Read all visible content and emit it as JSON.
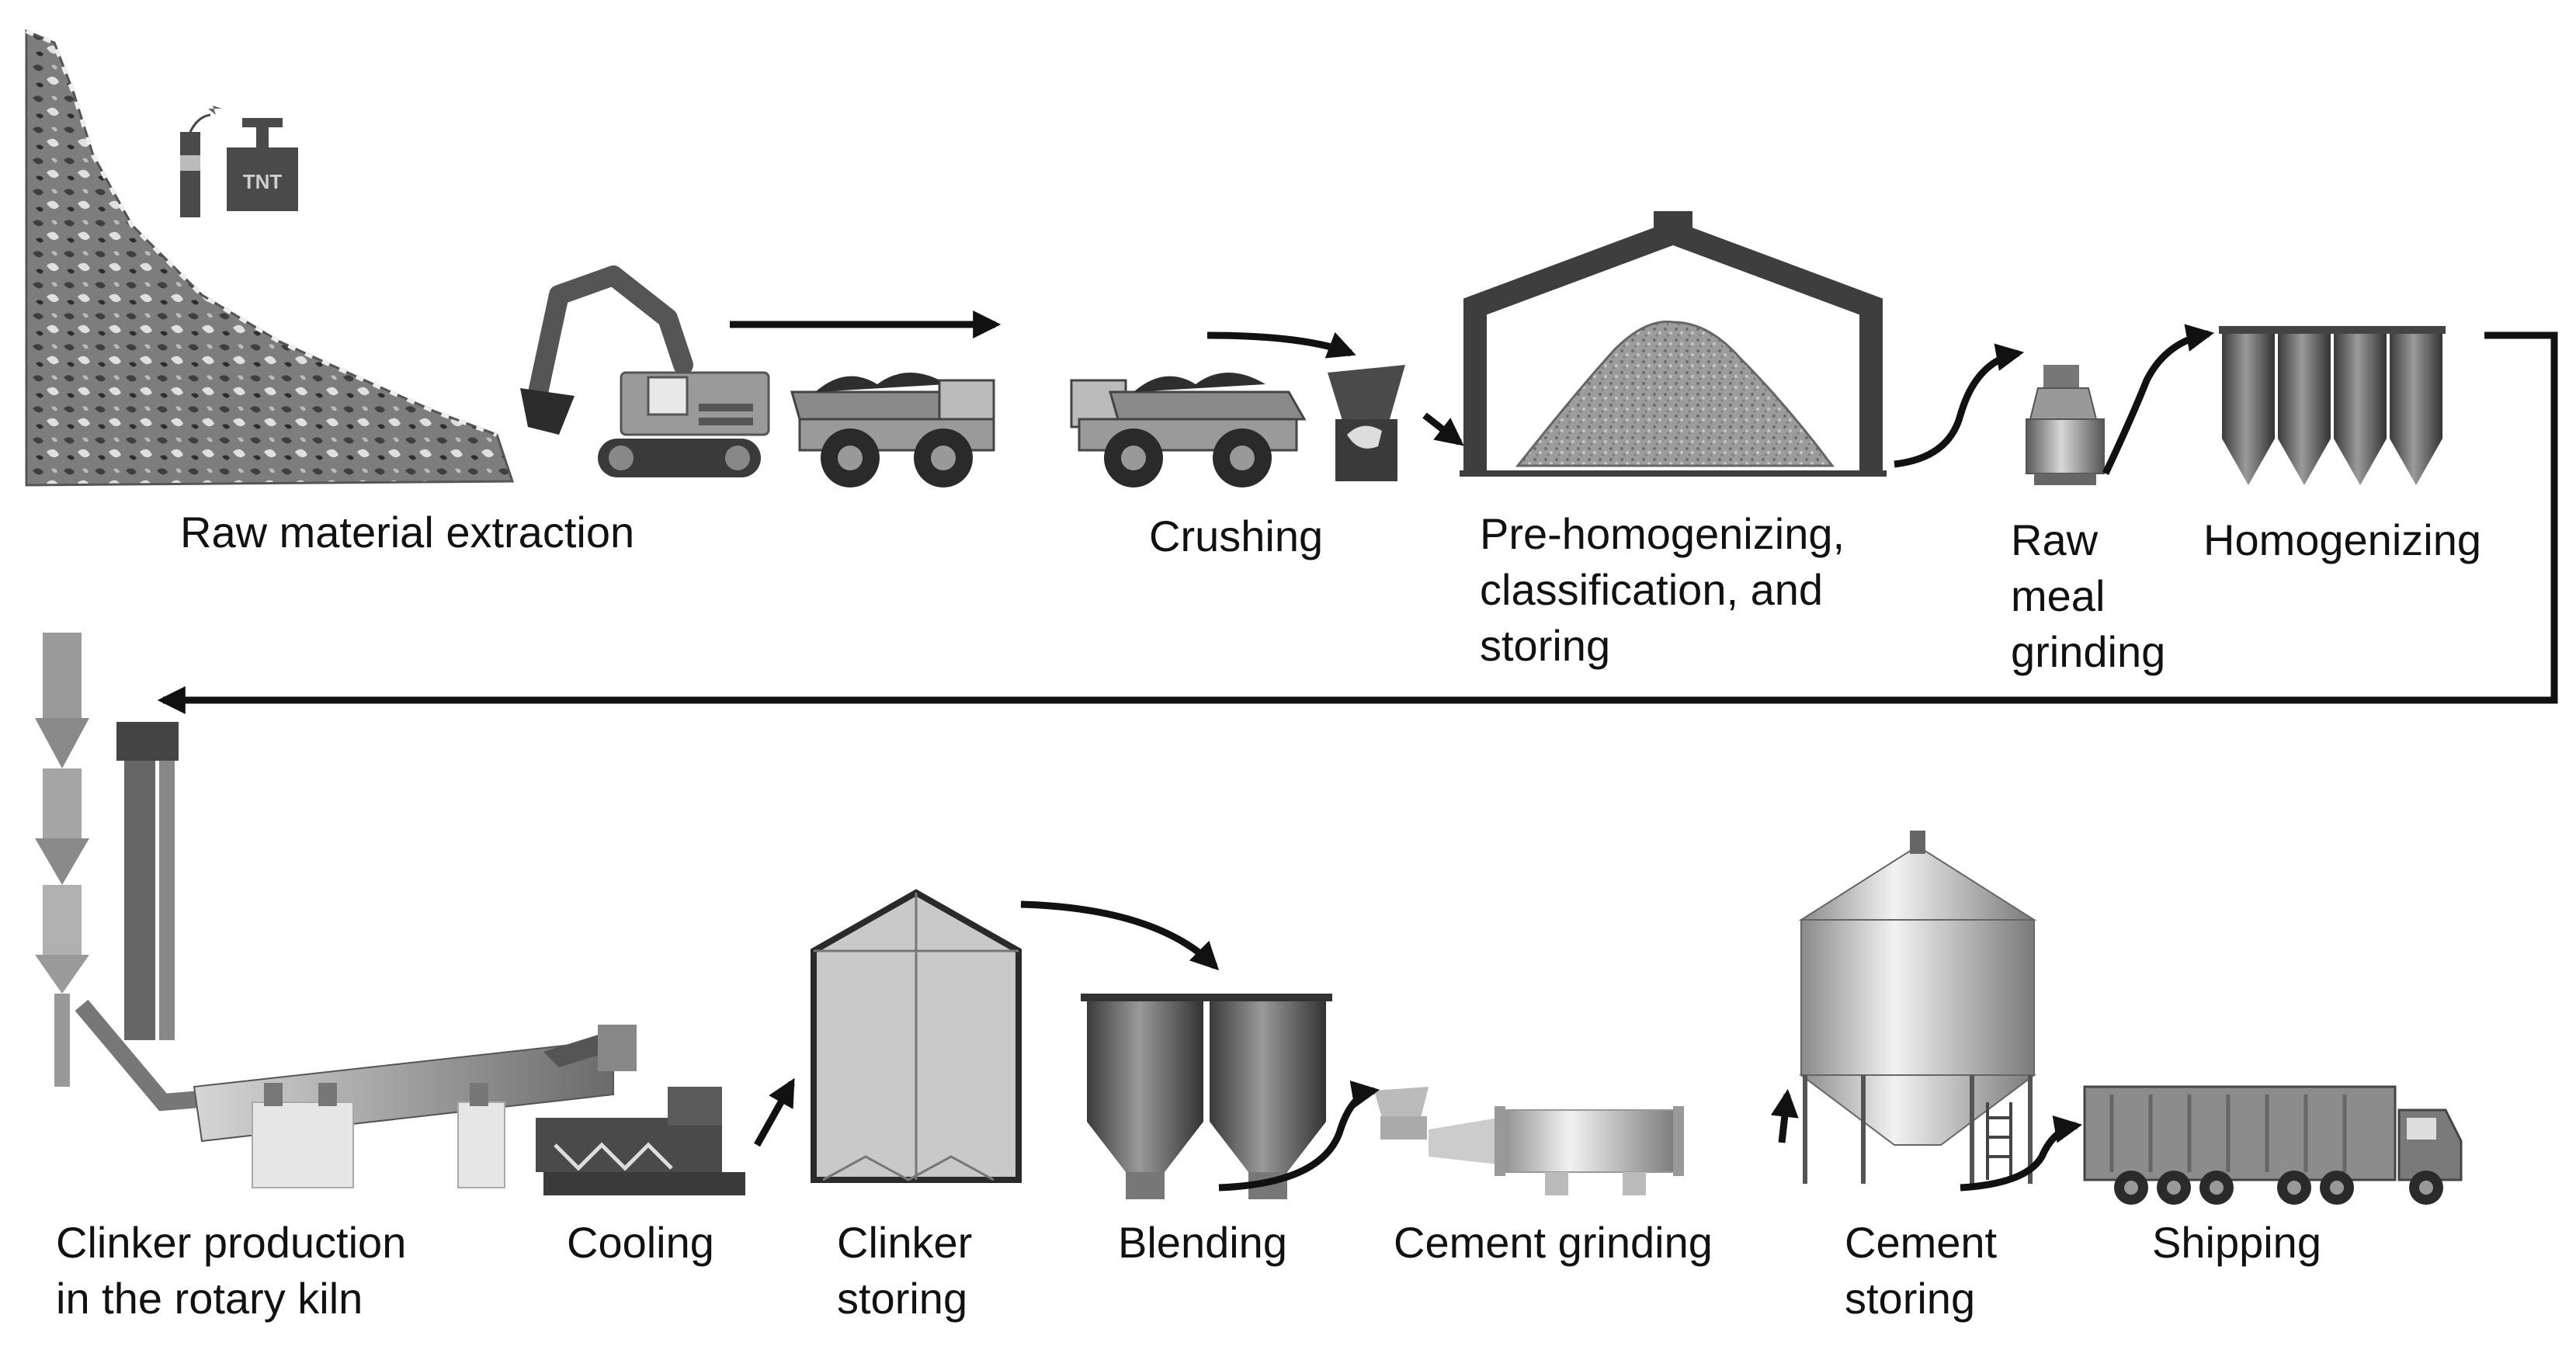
{
  "steps": {
    "extraction": {
      "line1": "Raw material extraction"
    },
    "crushing": {
      "line1": "Crushing"
    },
    "prehomogenizing": {
      "line1": "Pre-homogenizing,",
      "line2": "classification, and",
      "line3": "storing"
    },
    "rawmeal": {
      "line1": "Raw",
      "line2": "meal",
      "line3": "grinding"
    },
    "homogenizing": {
      "line1": "Homogenizing"
    },
    "kiln": {
      "line1": "Clinker production",
      "line2": "in the rotary kiln"
    },
    "cooling": {
      "line1": "Cooling"
    },
    "clinker_storing": {
      "line1": "Clinker",
      "line2": "storing"
    },
    "blending": {
      "line1": "Blending"
    },
    "cement_grinding": {
      "line1": "Cement grinding"
    },
    "cement_storing": {
      "line1": "Cement",
      "line2": "storing"
    },
    "shipping": {
      "line1": "Shipping"
    }
  },
  "icons": {
    "tnt_label": "TNT"
  },
  "colors": {
    "ink": "#111111",
    "dark_gray": "#444444",
    "mid_gray": "#8a8a8a",
    "light_gray": "#c8c8c8"
  }
}
